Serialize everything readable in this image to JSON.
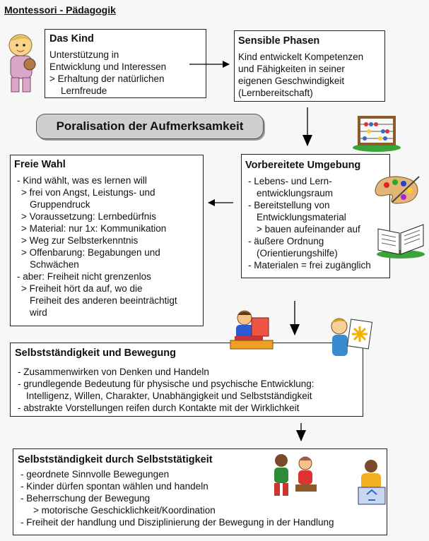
{
  "page": {
    "title": "Montessori - Pädagogik"
  },
  "boxes": {
    "kind": {
      "heading": "Das Kind",
      "lines": [
        "Unterstützung in",
        "Entwicklung und Interessen",
        "> Erhaltung der natürlichen",
        "Lernfreude"
      ]
    },
    "phasen": {
      "heading": "Sensible Phasen",
      "lines": [
        "Kind entwickelt Kompetenzen",
        "und Fähigkeiten in seiner",
        "eigenen Geschwindigkeit",
        "(Lernbereitschaft)"
      ]
    },
    "umgebung": {
      "heading": "Vorbereitete Umgebung",
      "lines": [
        "- Lebens- und Lern-",
        "entwicklungsraum",
        "- Bereitstellung von",
        "Entwicklungsmaterial",
        "> bauen aufeinander auf",
        "- äußere Ordnung",
        "(Orientierungshilfe)",
        "- Materialen = frei zugänglich"
      ]
    },
    "wahl": {
      "heading": "Freie Wahl",
      "lines": [
        "- Kind wählt, was es lernen will",
        "> frei von Angst, Leistungs- und",
        "Gruppendruck",
        "> Voraussetzung: Lernbedürfnis",
        "> Material: nur 1x: Kommunikation",
        "> Weg zur Selbsterkenntnis",
        "> Offenbarung: Begabungen und",
        "Schwächen",
        "- aber: Freiheit nicht grenzenlos",
        "> Freiheit hört da auf, wo die",
        "Freiheit des anderen beeinträchtigt",
        "wird"
      ]
    },
    "bewegung": {
      "heading": "Selbstständigkeit und Bewegung",
      "lines": [
        "- Zusammenwirken von Denken und Handeln",
        "- grundlegende Bedeutung für physische und psychische Entwicklung:",
        "Intelligenz, Willen, Charakter, Unabhängigkeit und Selbstständigkeit",
        "- abstrakte Vorstellungen reifen durch Kontakte mit der Wirklichkeit"
      ]
    },
    "taetigkeit": {
      "heading": "Selbstständigkeit durch Selbststätigkeit",
      "lines": [
        "- geordnete Sinnvolle Bewegungen",
        "- Kinder dürfen spontan wählen und handeln",
        "- Beherrschung der Bewegung",
        "> motorische Geschicklichkeit/Koordination",
        "- Freiheit der handlung und Disziplinierung der Bewegung in der Handlung"
      ]
    }
  },
  "pill": {
    "label": "Poralisation der Aufmerksamkeit"
  },
  "clipart": [
    "baby-icon",
    "abacus-icon",
    "palette-icon",
    "book-icon",
    "reading-child-icon",
    "painting-child-icon",
    "children-icon",
    "recycling-child-icon"
  ]
}
